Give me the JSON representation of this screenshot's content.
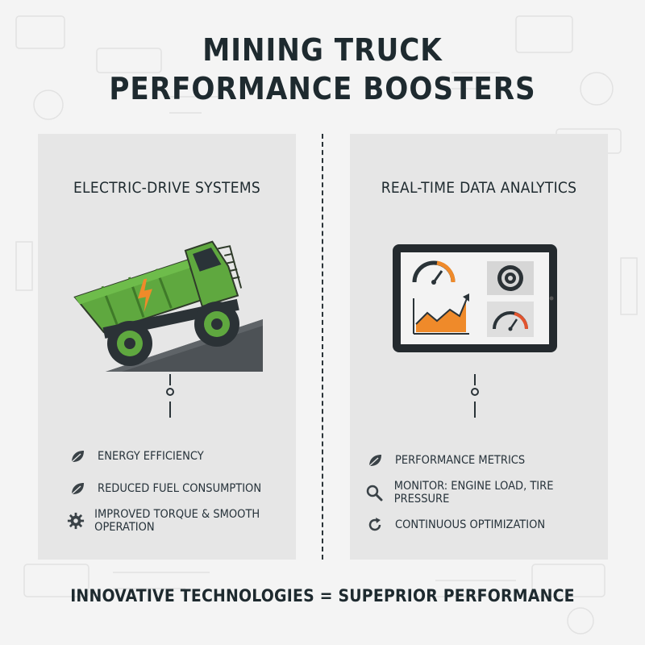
{
  "title": {
    "line1": "MINING TRUCK",
    "line2": "PERFORMANCE BOOSTERS"
  },
  "left_panel": {
    "heading": "ELECTRIC-DRIVE SYSTEMS",
    "illustration": "electric-mining-truck",
    "features": [
      {
        "icon": "leaf-icon",
        "label": "ENERGY EFFICIENCY"
      },
      {
        "icon": "leaf-icon",
        "label": "REDUCED FUEL CONSUMPTION"
      },
      {
        "icon": "gear-icon",
        "label": "IMPROVED TORQUE & SMOOTH OPERATION"
      }
    ]
  },
  "right_panel": {
    "heading": "REAL-TIME DATA ANALYTICS",
    "illustration": "tablet-dashboard",
    "features": [
      {
        "icon": "leaf-icon",
        "label": "PERFORMANCE METRICS"
      },
      {
        "icon": "magnifier-icon",
        "label": "MONITOR: ENGINE LOAD, TIRE PRESSURE"
      },
      {
        "icon": "refresh-icon",
        "label": "CONTINUOUS OPTIMIZATION"
      }
    ]
  },
  "footer": "INNOVATIVE TECHNOLOGIES = SUPEPRIOR PERFORMANCE",
  "colors": {
    "truck_green": "#5fa83f",
    "accent_orange": "#ef8a2a",
    "panel_gray": "#e6e6e6",
    "text_dark": "#1e2a2f"
  }
}
